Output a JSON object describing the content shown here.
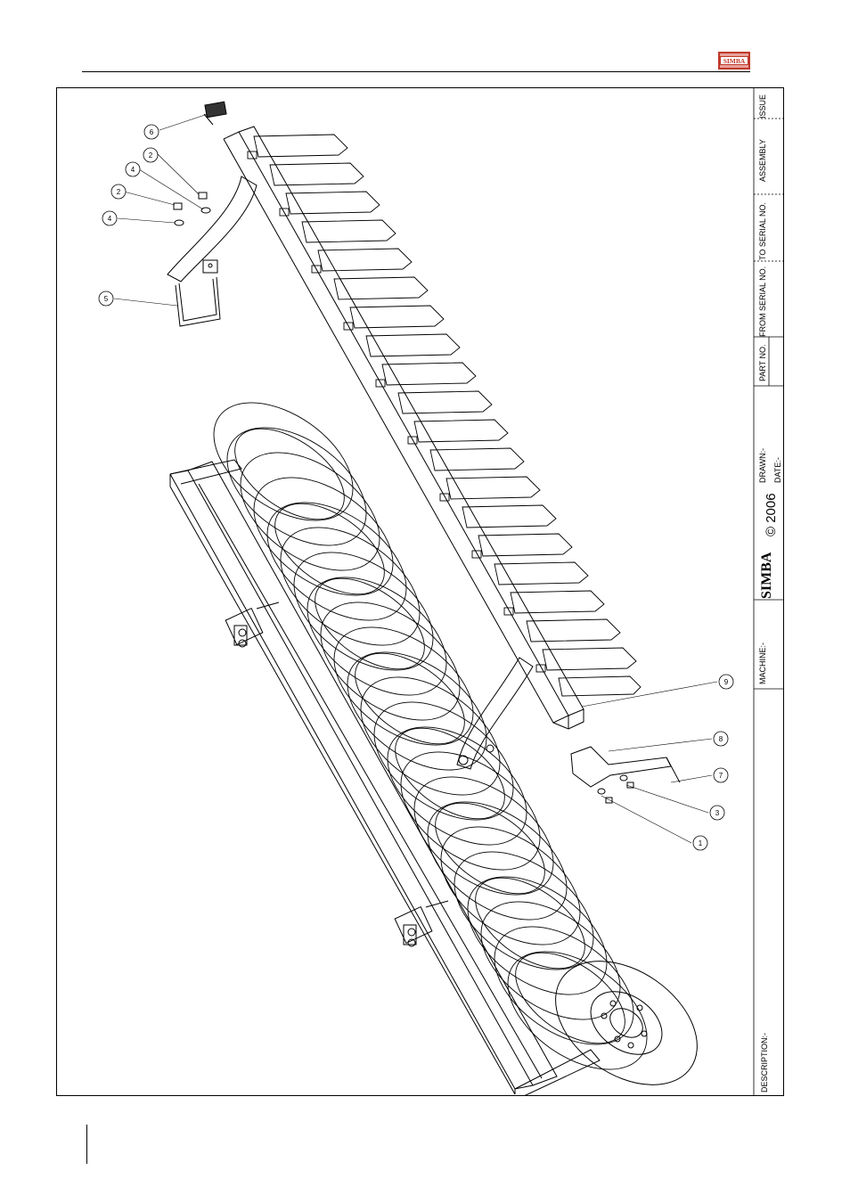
{
  "callouts": [
    "6",
    "2",
    "4",
    "2",
    "4",
    "5",
    "9",
    "8",
    "7",
    "3",
    "1"
  ],
  "title_block": {
    "issue": "ISSUE",
    "assembly": "ASSEMBLY",
    "to_serial": "TO SERIAL NO.",
    "from_serial": "FROM SERIAL NO.",
    "part_no": "PART NO.",
    "drawn": "DRAWN:-",
    "date": "DATE:-",
    "copyright": "© 2006",
    "brand": "SIMBA",
    "machine": "MACHINE:-",
    "description": "DESCRIPTION:-"
  },
  "header": {
    "brand_logo": "SIMBA"
  },
  "colors": {
    "logo_red": "#c0392b",
    "line": "#000000"
  }
}
